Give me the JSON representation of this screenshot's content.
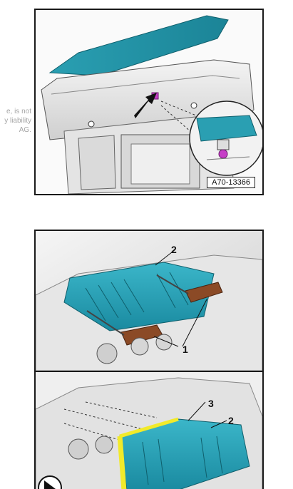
{
  "side_note_lines": [
    "e, is not",
    "y liability",
    "AG."
  ],
  "figure_1": {
    "code": "A70-13366"
  },
  "figure_2": {
    "callouts": [
      "1",
      "2",
      "3",
      "2"
    ]
  },
  "colors": {
    "accent": "#1fa2b8",
    "part_brown": "#8b4a26",
    "highlight_yellow": "#f2ea2a",
    "clip_magenta": "#c63fc7"
  }
}
